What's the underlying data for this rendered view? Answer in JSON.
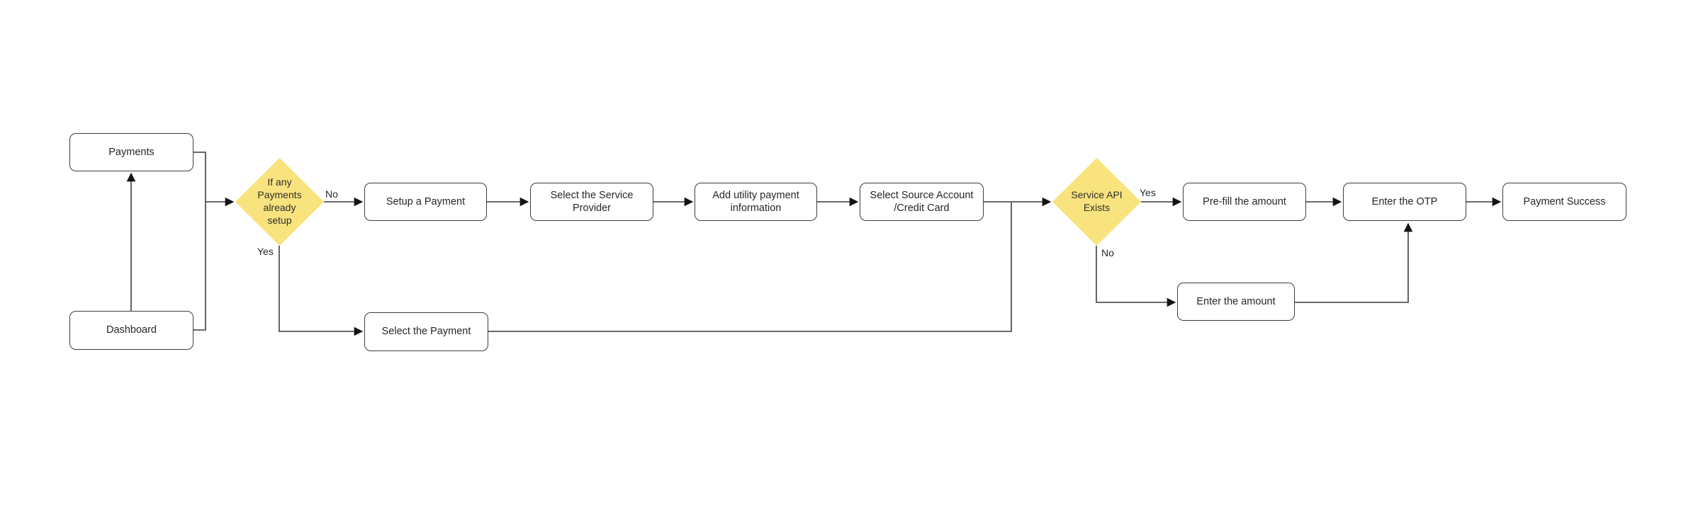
{
  "diagram": {
    "title_hint": "Utility bill payment flowchart",
    "colors": {
      "background": "#FFFFFF",
      "box_fill": "#FFFFFF",
      "box_border": "#3D3D3D",
      "diamond_fill": "#F8E37E",
      "connector": "#545454",
      "arrowhead": "#141414",
      "text": "#262626"
    },
    "nodes": {
      "payments": {
        "label": "Payments"
      },
      "dashboard": {
        "label": "Dashboard"
      },
      "decision_payments_setup": {
        "label": "If any\nPayments\nalready\nsetup"
      },
      "setup_payment": {
        "label": "Setup a Payment"
      },
      "select_service_provider": {
        "label": "Select the Service\nProvider"
      },
      "add_utility_info": {
        "label": "Add utility payment\ninformation"
      },
      "select_source_account": {
        "label": "Select Source Account\n/Credit Card"
      },
      "decision_service_api": {
        "label": "Service API\nExists"
      },
      "prefill_amount": {
        "label": "Pre-fill the amount"
      },
      "enter_otp": {
        "label": "Enter the OTP"
      },
      "payment_success": {
        "label": "Payment Success"
      },
      "enter_amount": {
        "label": "Enter the amount"
      },
      "select_payment": {
        "label": "Select the Payment"
      }
    },
    "edge_labels": {
      "decision1_no": "No",
      "decision1_yes": "Yes",
      "decision2_yes": "Yes",
      "decision2_no": "No"
    }
  }
}
